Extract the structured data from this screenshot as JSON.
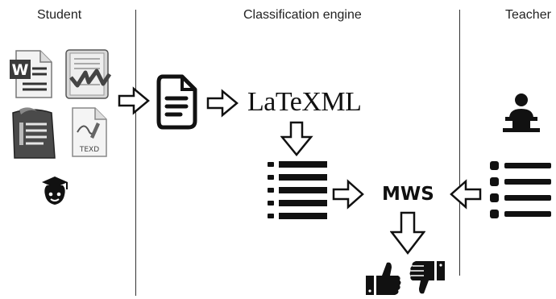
{
  "columns": {
    "student": "Student",
    "engine": "Classification engine",
    "teacher": "Teacher"
  },
  "labels": {
    "latexml": "LaTeXML",
    "mws": "MWS",
    "texd": "TEXD",
    "word_badge": "W"
  },
  "icons": [
    "word-document-icon",
    "lyx-document-icon",
    "openoffice-document-icon",
    "texd-document-icon",
    "student-graduate-icon",
    "document-icon",
    "list-icon",
    "teacher-lectern-icon",
    "thumbs-up-icon",
    "thumbs-down-icon"
  ]
}
